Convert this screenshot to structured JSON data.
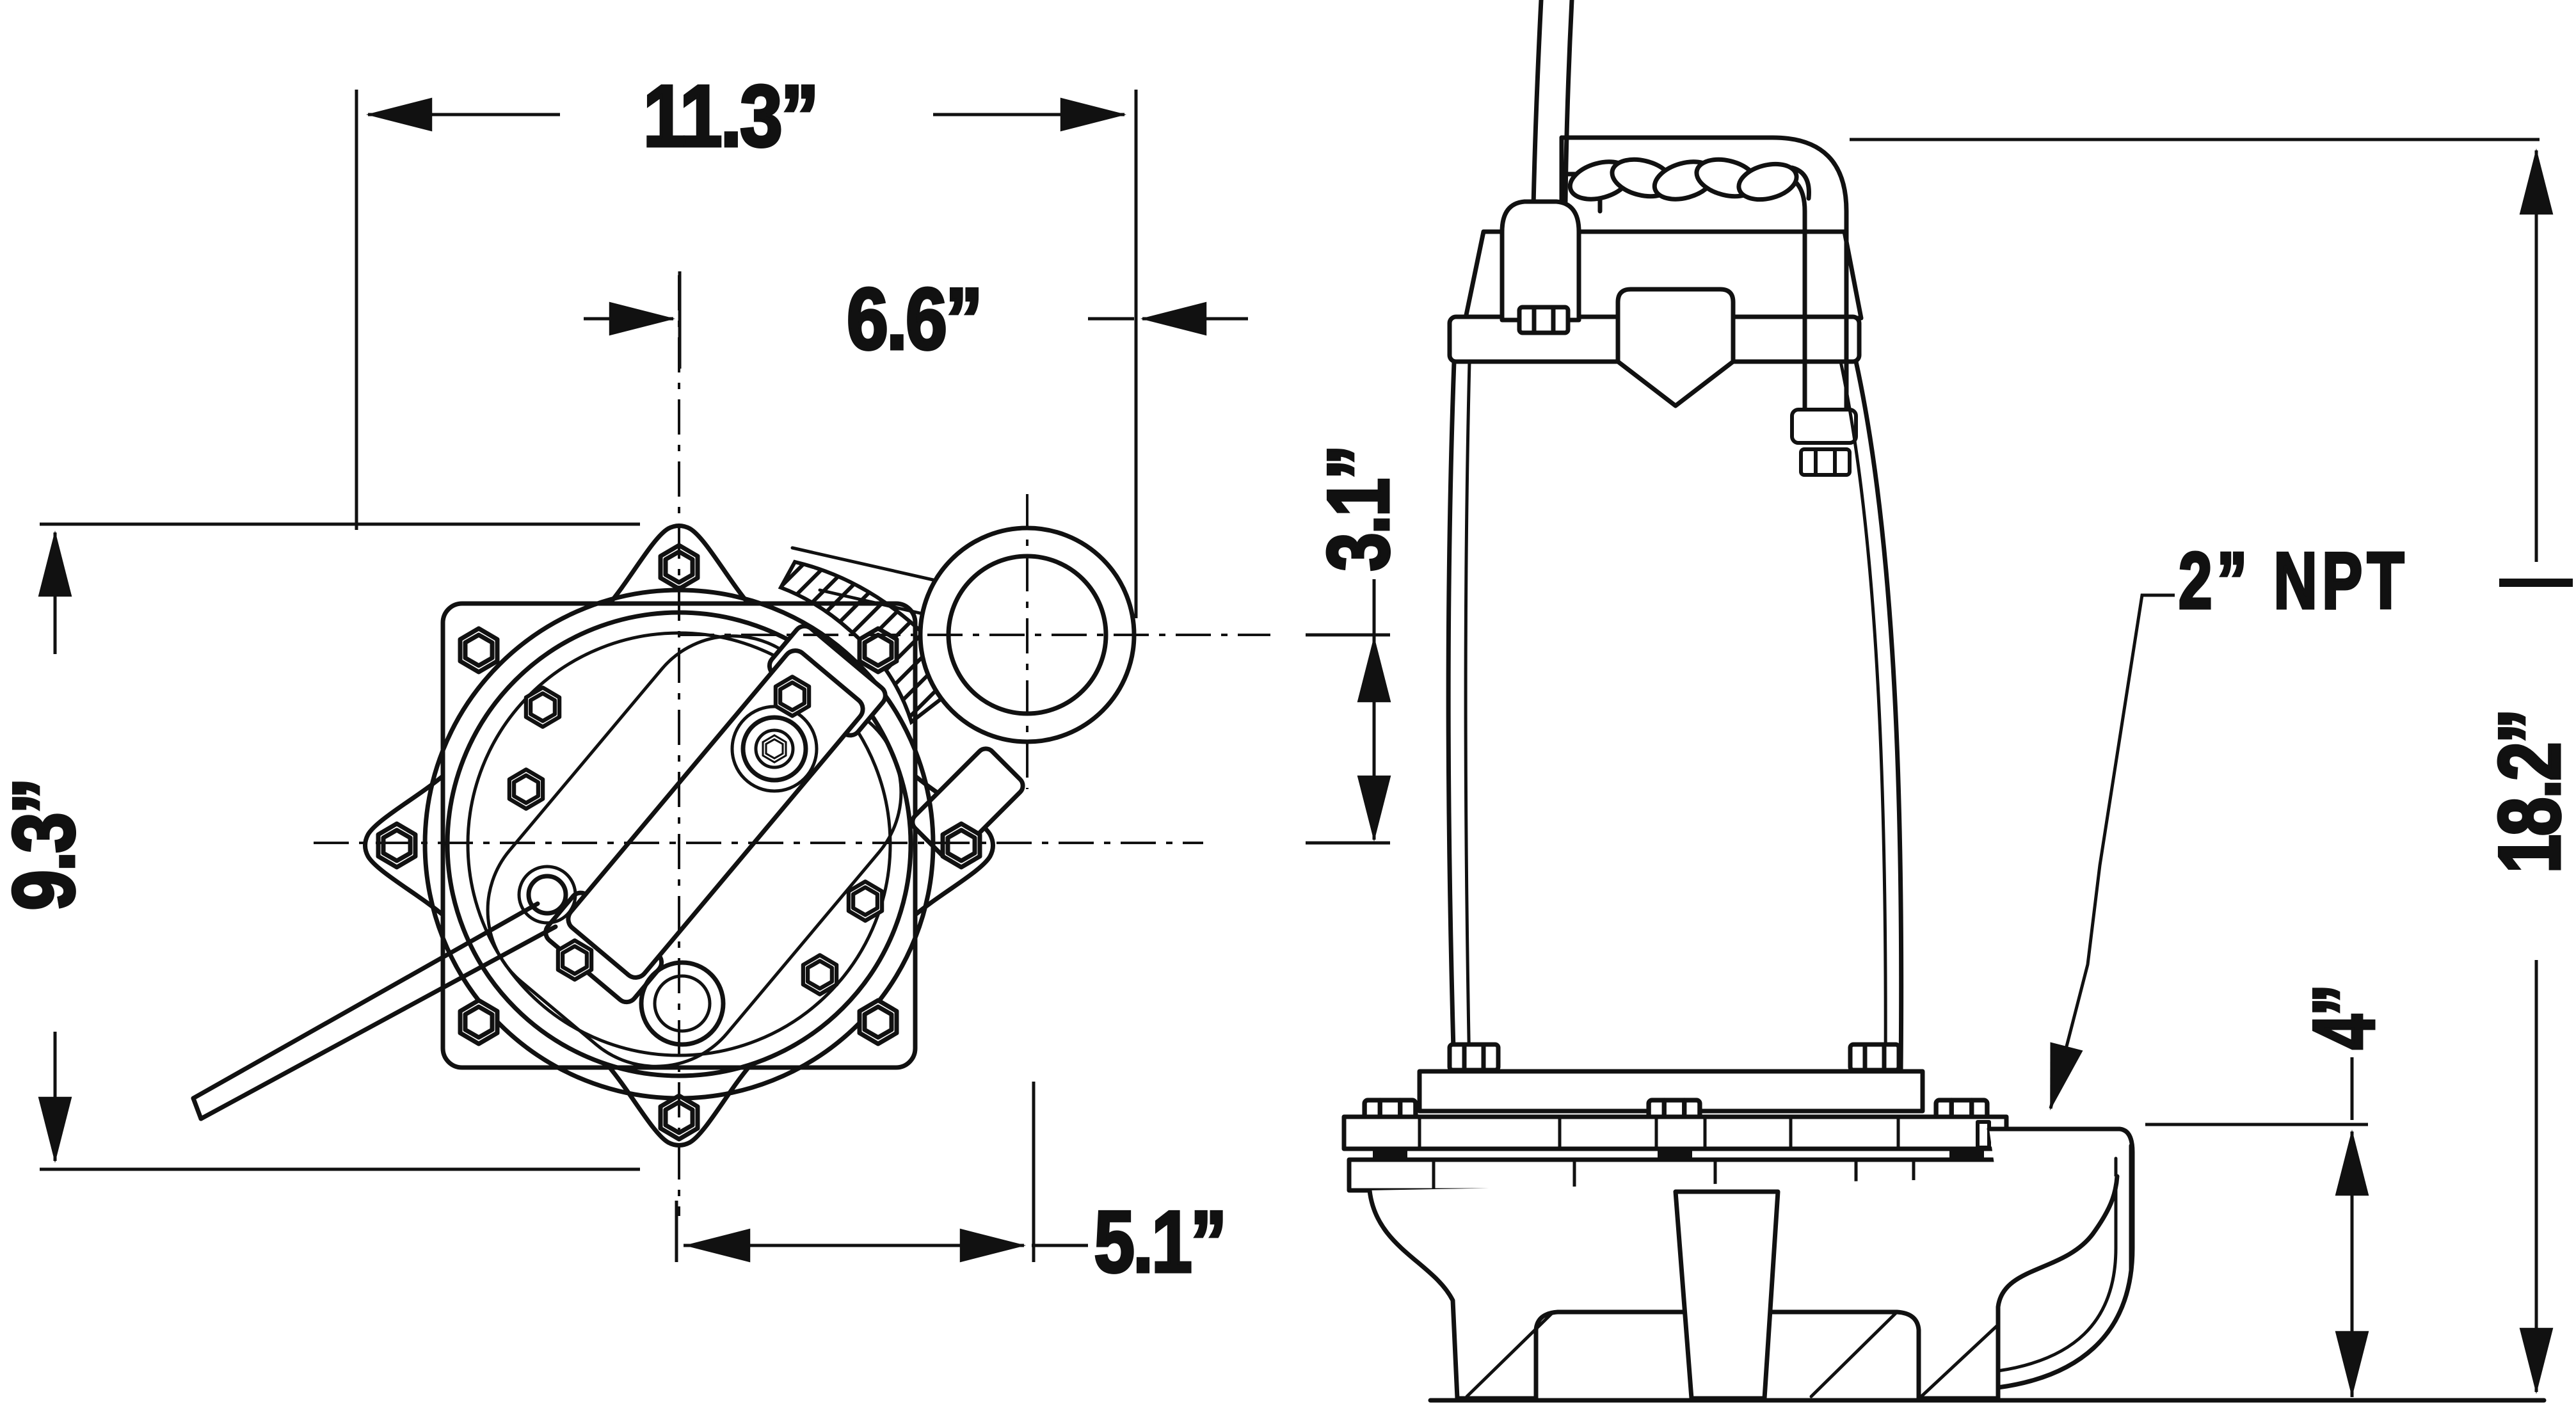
{
  "diagram": {
    "title": "submersible-pump-dimensional-drawing",
    "views": {
      "left": "top-view",
      "right": "side-view"
    },
    "dimensions": {
      "overall_width": "11.3”",
      "center_to_discharge": "6.6”",
      "overall_depth": "9.3”",
      "center_to_flange_edge": "5.1”",
      "discharge_to_center": "3.1”",
      "overall_height": "18.2”",
      "discharge_centerline_height": "4”",
      "discharge_connection": "2” NPT"
    },
    "colors": {
      "line": "#111111",
      "background": "#ffffff"
    }
  }
}
